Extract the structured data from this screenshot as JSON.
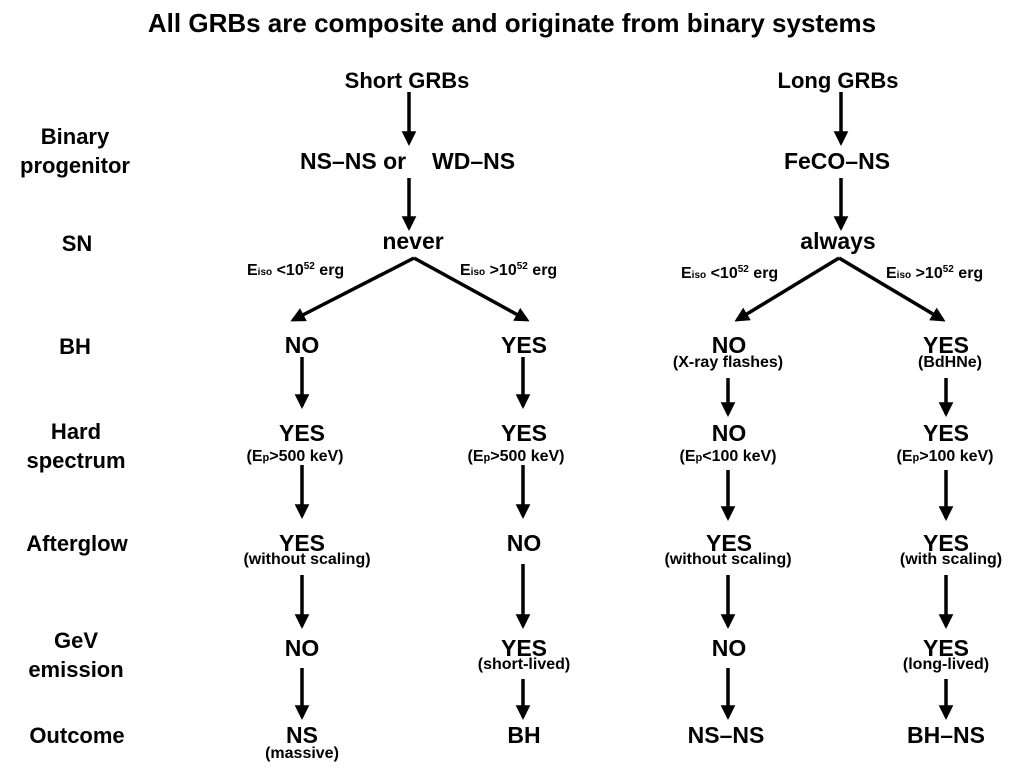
{
  "title": "All GRBs are composite and originate from binary systems",
  "headers": {
    "short": "Short GRBs",
    "long": "Long GRBs"
  },
  "row_labels": {
    "progenitor": "Binary\nprogenitor",
    "sn": "SN",
    "bh": "BH",
    "hard": "Hard\nspectrum",
    "afterglow": "Afterglow",
    "gev": "GeV\nemission",
    "outcome": "Outcome"
  },
  "short": {
    "progenitor_a": "NS–NS or",
    "progenitor_b": "WD–NS",
    "sn": "never",
    "cond_left": {
      "e": "E",
      "iso": "iso",
      "op": " <10",
      "exp": "52",
      "unit": " erg"
    },
    "cond_right": {
      "e": "E",
      "iso": "iso",
      "op": " >10",
      "exp": "52",
      "unit": " erg"
    },
    "left": {
      "bh": "NO",
      "hard": "YES",
      "hard_sub_a": "(E",
      "hard_sub_p": "p",
      "hard_sub_b": ">500 keV)",
      "afterglow": "YES",
      "afterglow_sub": "(without scaling)",
      "gev": "NO",
      "outcome": "NS",
      "outcome_sub": "(massive)"
    },
    "right": {
      "bh": "YES",
      "hard": "YES",
      "hard_sub_a": "(E",
      "hard_sub_p": "p",
      "hard_sub_b": ">500 keV)",
      "afterglow": "NO",
      "gev": "YES",
      "gev_sub": "(short-lived)",
      "outcome": "BH"
    }
  },
  "long": {
    "progenitor": "FeCO–NS",
    "sn": "always",
    "cond_left": {
      "e": "E",
      "iso": "iso",
      "op": " <10",
      "exp": "52",
      "unit": " erg"
    },
    "cond_right": {
      "e": "E",
      "iso": "iso",
      "op": " >10",
      "exp": "52",
      "unit": " erg"
    },
    "left": {
      "bh": "NO",
      "bh_sub": "(X-ray flashes)",
      "hard": "NO",
      "hard_sub_a": "(E",
      "hard_sub_p": "p",
      "hard_sub_b": "<100 keV)",
      "afterglow": "YES",
      "afterglow_sub": "(without scaling)",
      "gev": "NO",
      "outcome": "NS–NS"
    },
    "right": {
      "bh": "YES",
      "bh_sub": "(BdHNe)",
      "hard": "YES",
      "hard_sub_a": "(E",
      "hard_sub_p": "p",
      "hard_sub_b": ">100 keV)",
      "afterglow": "YES",
      "afterglow_sub": "(with scaling)",
      "gev": "YES",
      "gev_sub": "(long-lived)",
      "outcome": "BH–NS"
    }
  }
}
